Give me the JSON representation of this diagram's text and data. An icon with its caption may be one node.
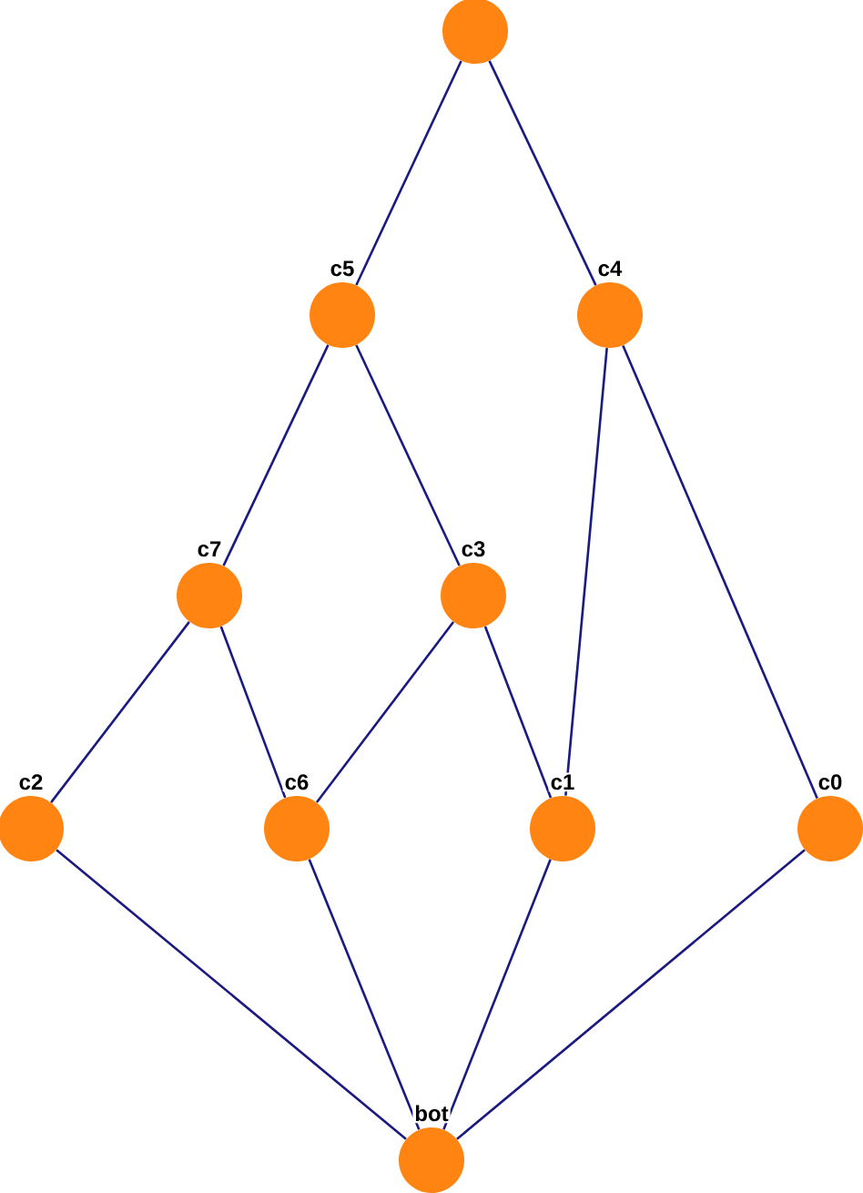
{
  "diagram": {
    "nodes": [
      {
        "text": [],
        "shape": "circle"
      },
      {
        "text": [],
        "shape": "circle",
        "beside": [
          "c5"
        ]
      },
      {
        "text": [],
        "shape": "circle",
        "beside": [
          "c4"
        ]
      },
      {
        "text": [],
        "shape": "circle",
        "beside": [
          "c7"
        ]
      },
      {
        "text": [],
        "shape": "circle",
        "beside": [
          "c3"
        ]
      },
      {
        "text": [],
        "shape": "circle",
        "beside": [
          "c2"
        ]
      },
      {
        "text": [],
        "shape": "circle",
        "beside": [
          "c6"
        ]
      },
      {
        "text": [],
        "shape": "circle",
        "beside": [
          "c1"
        ]
      },
      {
        "text": [],
        "shape": "circle",
        "beside": [
          "c0"
        ]
      },
      {
        "text": [],
        "shape": "circle",
        "beside": [
          "bot"
        ]
      }
    ],
    "edges": [
      {
        "from": 0,
        "to": 1,
        "arrow": "none"
      },
      {
        "from": 0,
        "to": 2,
        "arrow": "none"
      },
      {
        "from": 1,
        "to": 3,
        "arrow": "none"
      },
      {
        "from": 1,
        "to": 4,
        "arrow": "none"
      },
      {
        "from": 2,
        "to": 7,
        "arrow": "none"
      },
      {
        "from": 2,
        "to": 8,
        "arrow": "none"
      },
      {
        "from": 3,
        "to": 5,
        "arrow": "none"
      },
      {
        "from": 3,
        "to": 6,
        "arrow": "none"
      },
      {
        "from": 4,
        "to": 6,
        "arrow": "none"
      },
      {
        "from": 4,
        "to": 7,
        "arrow": "none"
      },
      {
        "from": 5,
        "to": 9,
        "arrow": "none"
      },
      {
        "from": 6,
        "to": 9,
        "arrow": "none"
      },
      {
        "from": 7,
        "to": 9,
        "arrow": "none"
      },
      {
        "from": 8,
        "to": 9,
        "arrow": "none"
      }
    ]
  }
}
